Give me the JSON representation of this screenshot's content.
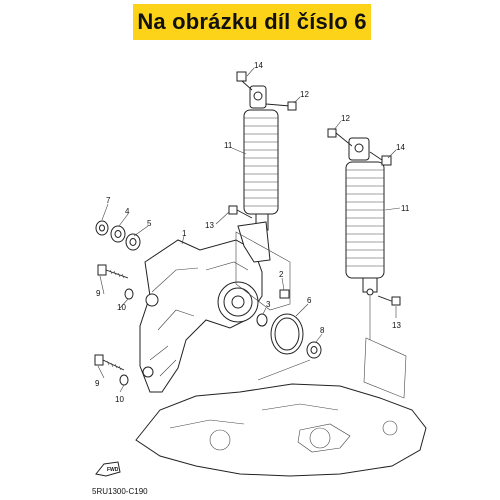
{
  "header": {
    "title": "Na obrázku díl číslo 6",
    "background_color": "#fcd319"
  },
  "diagram": {
    "code": "5RU1300-C190",
    "fwd_label": "FWD",
    "callouts": [
      {
        "id": "c14a",
        "label": "14"
      },
      {
        "id": "c12a",
        "label": "12"
      },
      {
        "id": "c12b",
        "label": "12"
      },
      {
        "id": "c11a",
        "label": "11"
      },
      {
        "id": "c14b",
        "label": "14"
      },
      {
        "id": "c11b",
        "label": "11"
      },
      {
        "id": "c7",
        "label": "7"
      },
      {
        "id": "c4",
        "label": "4"
      },
      {
        "id": "c5",
        "label": "5"
      },
      {
        "id": "c1",
        "label": "1"
      },
      {
        "id": "c13a",
        "label": "13"
      },
      {
        "id": "c2",
        "label": "2"
      },
      {
        "id": "c9a",
        "label": "9"
      },
      {
        "id": "c10a",
        "label": "10"
      },
      {
        "id": "c3",
        "label": "3"
      },
      {
        "id": "c6",
        "label": "6"
      },
      {
        "id": "c8",
        "label": "8"
      },
      {
        "id": "c13b",
        "label": "13"
      },
      {
        "id": "c9b",
        "label": "9"
      },
      {
        "id": "c10b",
        "label": "10"
      }
    ]
  }
}
